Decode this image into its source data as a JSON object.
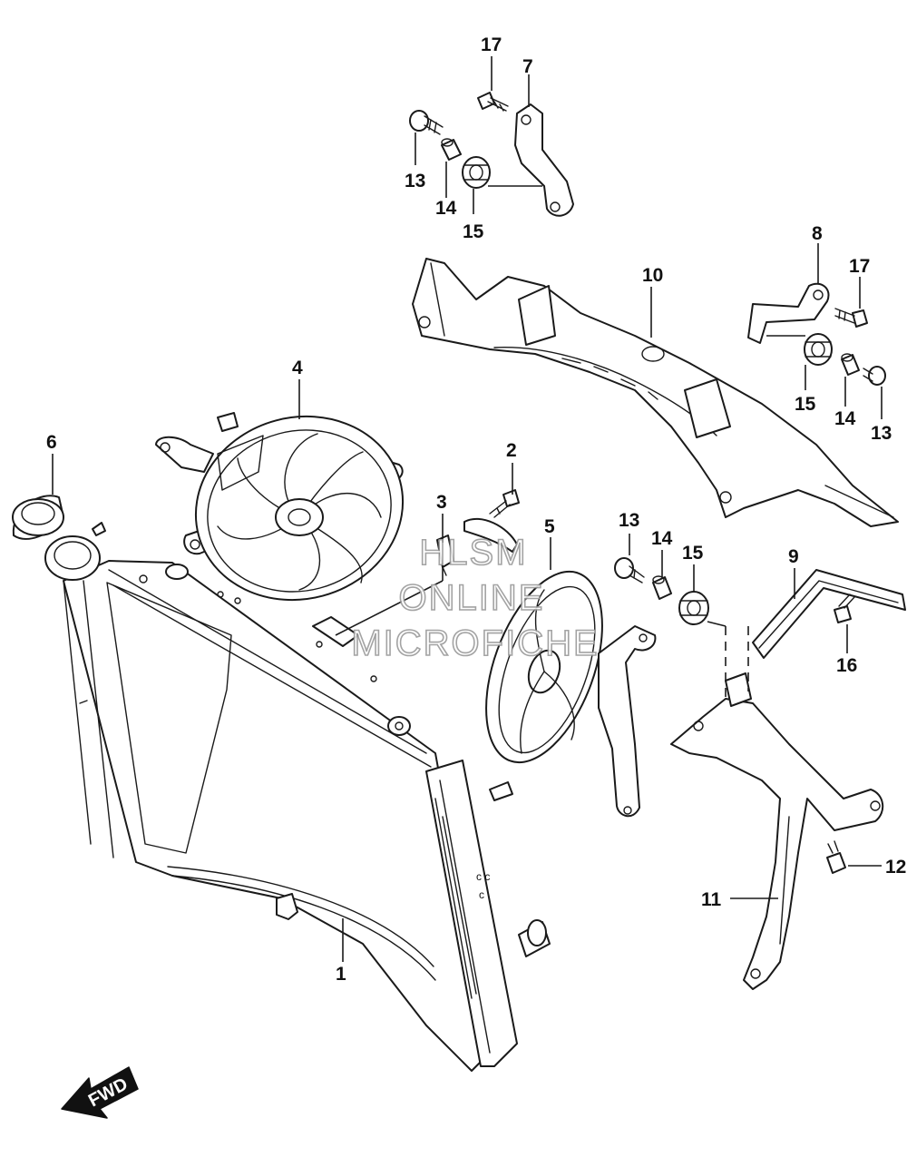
{
  "callouts": {
    "c1": "1",
    "c2": "2",
    "c3": "3",
    "c4": "4",
    "c5": "5",
    "c6": "6",
    "c7": "7",
    "c8": "8",
    "c9": "9",
    "c10": "10",
    "c11": "11",
    "c12": "12",
    "c13a": "13",
    "c13b": "13",
    "c13c": "13",
    "c14a": "14",
    "c14b": "14",
    "c14c": "14",
    "c15a": "15",
    "c15b": "15",
    "c15c": "15",
    "c16": "16",
    "c17a": "17",
    "c17b": "17"
  },
  "watermark": {
    "line1": "HLSM",
    "line2": "ONLINE",
    "line3": "MICROFICHE"
  },
  "direction_arrow": {
    "label": "FWD"
  }
}
